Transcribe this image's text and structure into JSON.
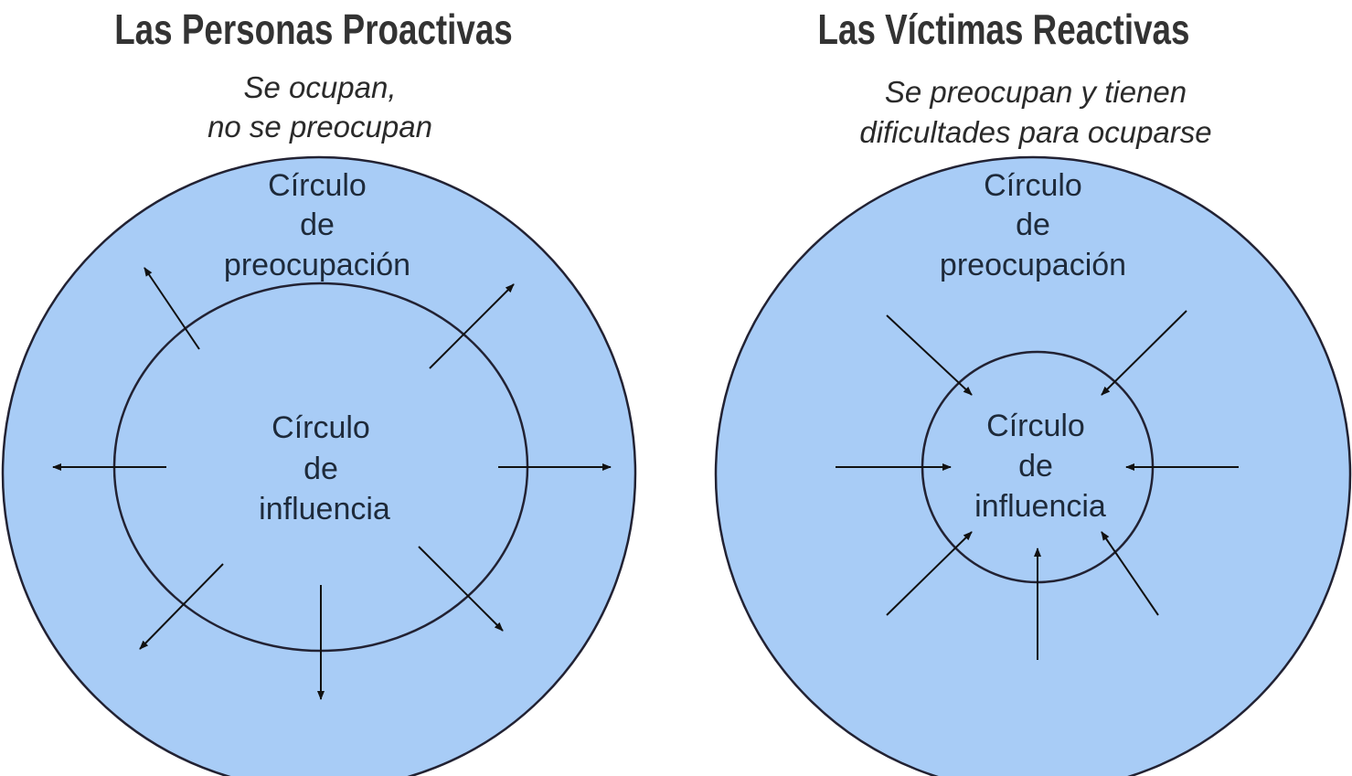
{
  "left": {
    "title": "Las Personas Proactivas",
    "subtitle": [
      "Se ocupan,",
      "no se preocupan"
    ],
    "outer_label": [
      "Círculo",
      "de",
      "preocupación"
    ],
    "inner_label": [
      "Círculo",
      "de",
      "influencia"
    ],
    "arrow_direction": "outward"
  },
  "right": {
    "title": "Las Víctimas Reactivas",
    "subtitle": [
      "Se preocupan y tienen",
      "dificultades para ocuparse"
    ],
    "outer_label": [
      "Círculo",
      "de",
      "preocupación"
    ],
    "inner_label": [
      "Círculo",
      "de",
      "influencia"
    ],
    "arrow_direction": "inward"
  },
  "colors": {
    "circle_fill": "#a8ccf6",
    "stroke": "#222233",
    "title": "#333333"
  }
}
